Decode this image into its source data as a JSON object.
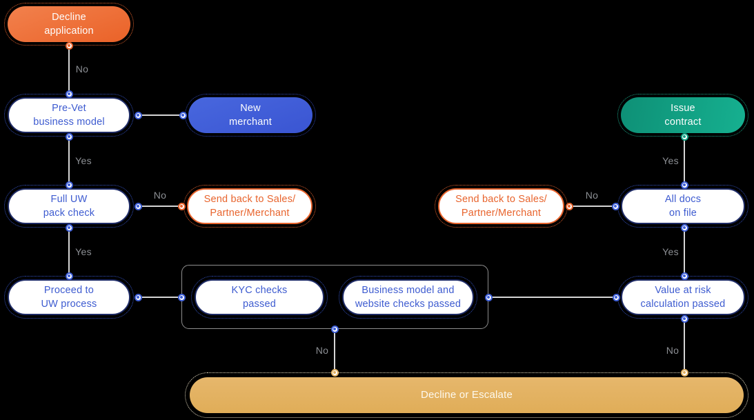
{
  "diagram": {
    "background_color": "#000000",
    "line_color": "#d6d6d6",
    "edge_label_color": "#8d9095",
    "colors": {
      "orange": "#ea6228",
      "blue": "#3e5fd8",
      "teal": "#12a183",
      "gold": "#e2b161",
      "white_pill_text": "#3d5bd0",
      "group_border": "#8f8f8f"
    }
  },
  "nodes": {
    "decline_application": {
      "line1": "Decline",
      "line2": "application"
    },
    "pre_vet": {
      "line1": "Pre-Vet",
      "line2": "business model"
    },
    "new_merchant": {
      "line1": "New",
      "line2": "merchant"
    },
    "issue_contract": {
      "line1": "Issue",
      "line2": "contract"
    },
    "full_uw_pack_check": {
      "line1": "Full UW",
      "line2": "pack check"
    },
    "send_back_left": {
      "line1": "Send back to Sales/",
      "line2": "Partner/Merchant"
    },
    "send_back_right": {
      "line1": "Send back to Sales/",
      "line2": "Partner/Merchant"
    },
    "all_docs_on_file": {
      "line1": "All docs",
      "line2": "on file"
    },
    "proceed_to_uw": {
      "line1": "Proceed to",
      "line2": "UW process"
    },
    "kyc_checks": {
      "line1": "KYC checks",
      "line2": "passed"
    },
    "business_website_checks": {
      "line1": "Business model and",
      "line2": "website checks passed"
    },
    "value_at_risk": {
      "line1": "Value at risk",
      "line2": "calculation passed"
    },
    "decline_or_escalate": {
      "label": "Decline or Escalate"
    }
  },
  "edge_labels": {
    "decline_app_no": "No",
    "pre_vet_yes": "Yes",
    "full_uw_no": "No",
    "full_uw_yes": "Yes",
    "issue_contract_yes": "Yes",
    "all_docs_no": "No",
    "all_docs_yes": "Yes",
    "checks_group_no": "No",
    "value_at_risk_no": "No"
  }
}
